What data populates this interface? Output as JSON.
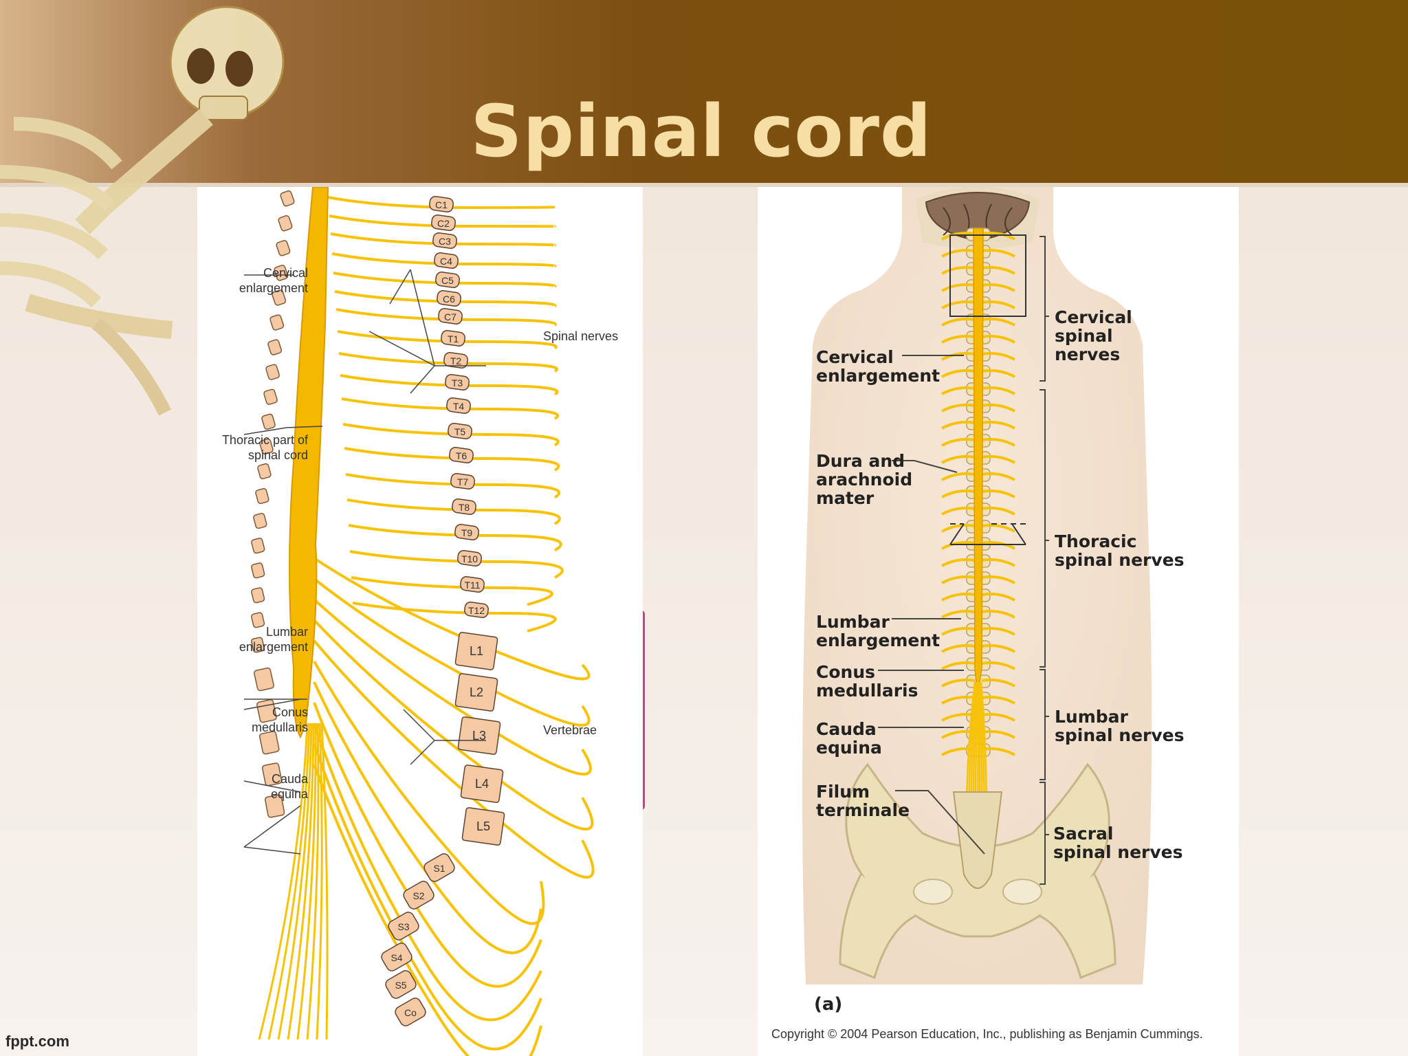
{
  "slide": {
    "title": "Spinal cord",
    "footer": "fppt.com",
    "colors": {
      "header_brown": "#7a5008",
      "title": "#f6dea4",
      "cord": "#f5b800",
      "nerve": "#f7c30a",
      "vertebra": "#f5c9a3",
      "bone": "#ece0b8"
    }
  },
  "left_figure": {
    "labels": {
      "cervical_enlargement": [
        "Cervical",
        "enlargement"
      ],
      "thoracic_part": [
        "Thoracic part of",
        "spinal cord"
      ],
      "lumbar_enlargement": [
        "Lumbar",
        "enlargement"
      ],
      "conus_medullaris": [
        "Conus",
        "medullaris"
      ],
      "cauda_equina": [
        "Cauda",
        "equina"
      ],
      "spinal_nerves": "Spinal nerves",
      "vertebrae": "Vertebrae"
    },
    "segments": [
      "C1",
      "C2",
      "C3",
      "C4",
      "C5",
      "C6",
      "C7",
      "T1",
      "T2",
      "T3",
      "T4",
      "T5",
      "T6",
      "T7",
      "T8",
      "T9",
      "T10",
      "T11",
      "T12",
      "L1",
      "L2",
      "L3",
      "L4",
      "L5",
      "S1",
      "S2",
      "S3",
      "S4",
      "S5",
      "Co"
    ]
  },
  "right_figure": {
    "left_labels": {
      "cervical_enlargement": [
        "Cervical",
        "enlargement"
      ],
      "dura": [
        "Dura and",
        "arachnoid",
        "mater"
      ],
      "lumbar_enlargement": [
        "Lumbar",
        "enlargement"
      ],
      "conus_medullaris": [
        "Conus",
        "medullaris"
      ],
      "cauda_equina": [
        "Cauda",
        "equina"
      ],
      "filum_terminale": [
        "Filum",
        "terminale"
      ]
    },
    "right_labels": {
      "cervical_spinal_nerves": [
        "Cervical",
        "spinal",
        "nerves"
      ],
      "thoracic_spinal_nerves": [
        "Thoracic",
        "spinal nerves"
      ],
      "lumbar_spinal_nerves": [
        "Lumbar",
        "spinal nerves"
      ],
      "sacral_spinal_nerves": [
        "Sacral",
        "spinal nerves"
      ]
    },
    "panel_letter": "(a)",
    "copyright": "Copyright © 2004 Pearson Education, Inc., publishing as Benjamin Cummings."
  }
}
